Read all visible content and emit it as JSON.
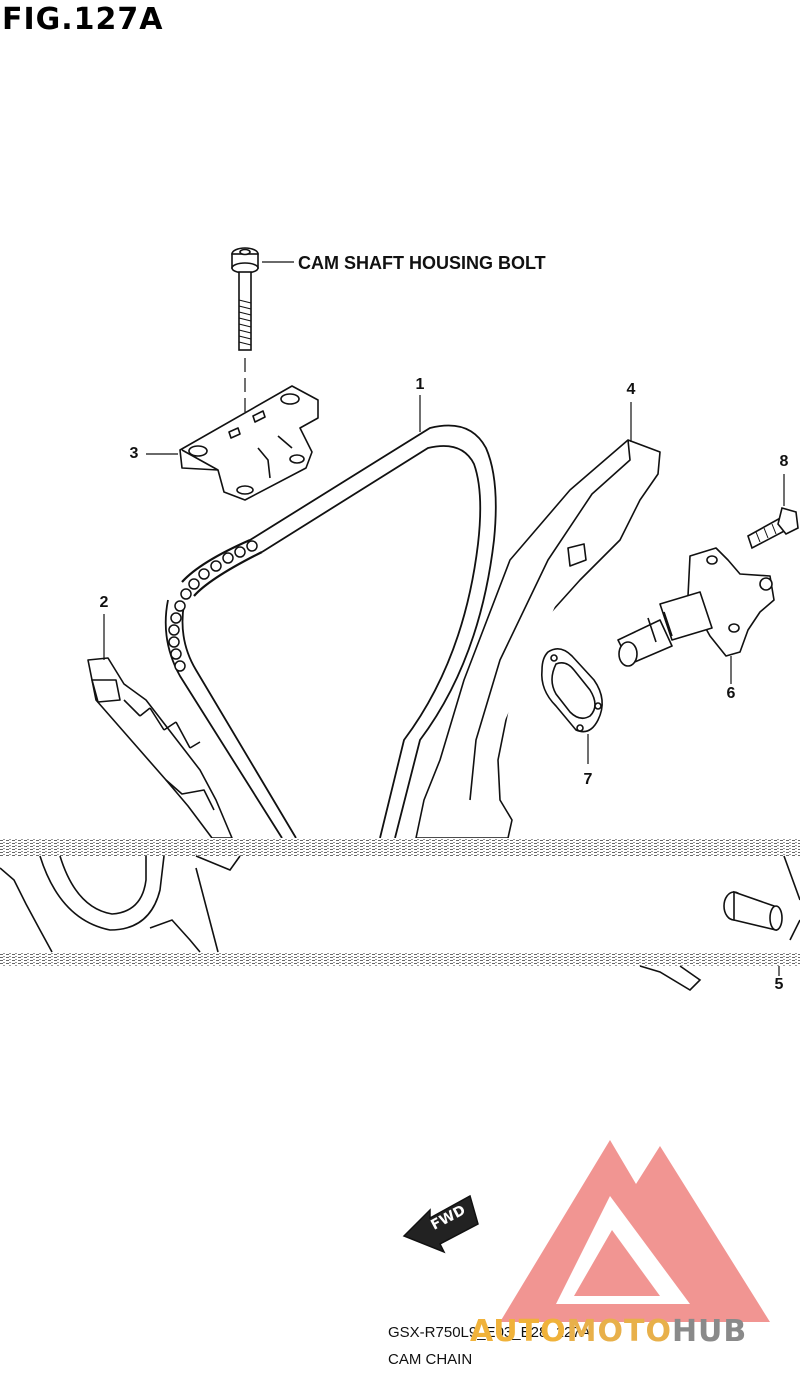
{
  "figure": {
    "id": "FIG.127A",
    "code": "GSX-R750L9_E03_E28_127A",
    "name": "CAM CHAIN"
  },
  "callouts": {
    "bolt": "CAM SHAFT HOUSING BOLT"
  },
  "parts": [
    {
      "ref": "1",
      "name": "cam-chain"
    },
    {
      "ref": "2",
      "name": "cam-chain-guide"
    },
    {
      "ref": "3",
      "name": "cam-shaft-housing"
    },
    {
      "ref": "4",
      "name": "cam-chain-tensioner-blade"
    },
    {
      "ref": "5",
      "name": "bolt"
    },
    {
      "ref": "6",
      "name": "cam-chain-tensioner-adjuster"
    },
    {
      "ref": "7",
      "name": "gasket"
    },
    {
      "ref": "8",
      "name": "bolt"
    }
  ],
  "direction_marker": "FWD",
  "watermark": {
    "text_a": "AUTO",
    "text_b": "MOTO",
    "text_c": "HUB",
    "color_primary": "#f08a86",
    "color_secondary": "#f0b23a"
  }
}
